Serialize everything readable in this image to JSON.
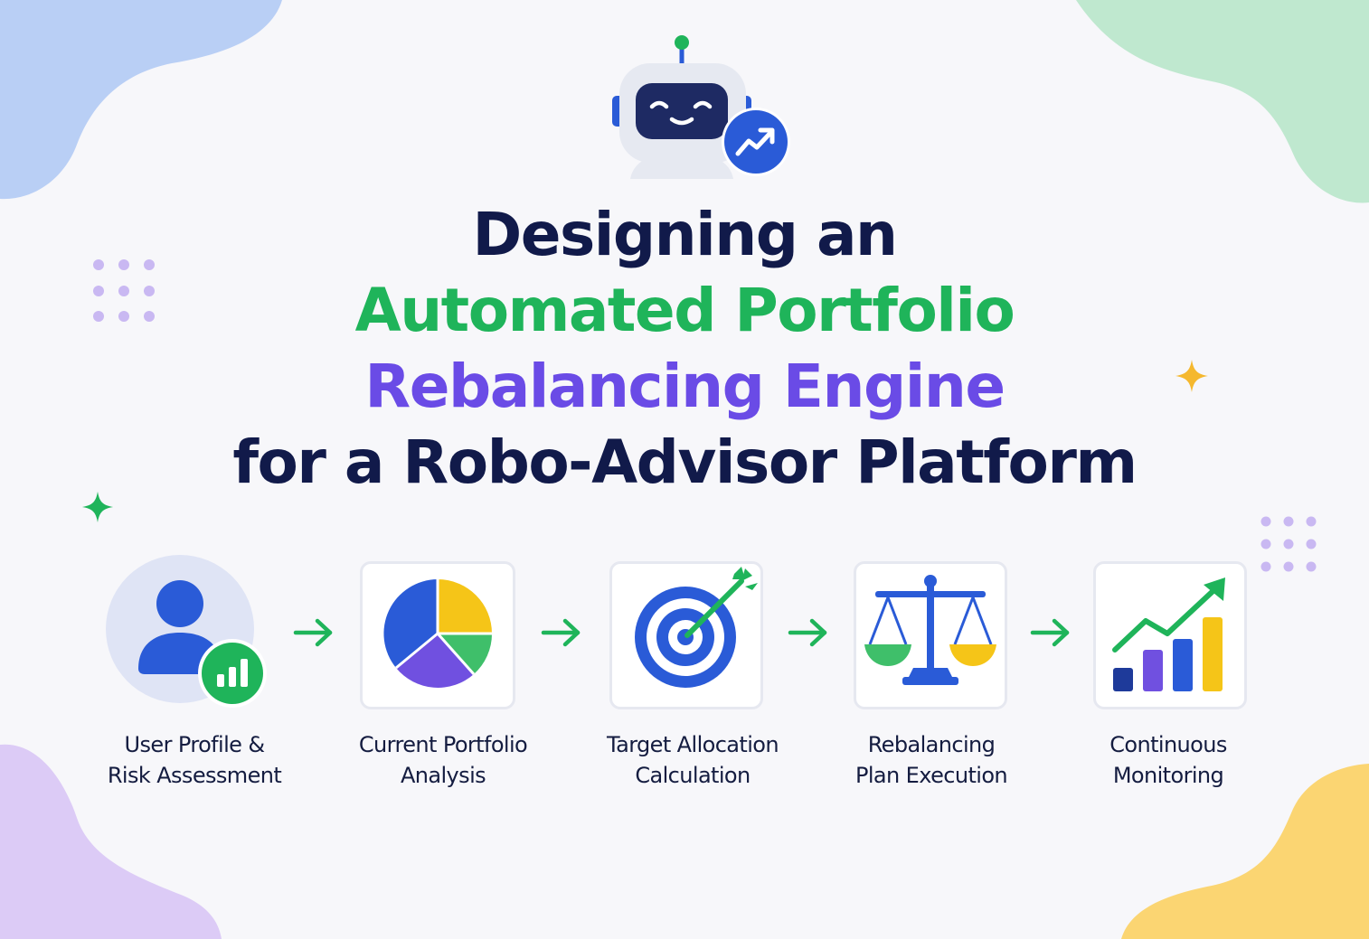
{
  "title": {
    "line1": "Designing an",
    "line2": "Automated Portfolio",
    "line3": "Rebalancing Engine",
    "line4": "for a Robo-Advisor Platform"
  },
  "colors": {
    "navy": "#111a4a",
    "green": "#1fb45a",
    "purple": "#6a4be6",
    "blue": "#2a5bd7",
    "yellow": "#f5c518"
  },
  "icons": {
    "robot": "robot-icon",
    "trend_badge": "trend-up-icon",
    "user": "user-profile-icon",
    "pie": "pie-chart-icon",
    "target": "target-icon",
    "scale": "balance-scale-icon",
    "growth": "growth-chart-icon",
    "arrow": "arrow-right-icon",
    "sparkle": "sparkle-icon"
  },
  "steps": [
    {
      "line1": "User Profile &",
      "line2": "Risk Assessment"
    },
    {
      "line1": "Current Portfolio",
      "line2": "Analysis"
    },
    {
      "line1": "Target Allocation",
      "line2": "Calculation"
    },
    {
      "line1": "Rebalancing",
      "line2": "Plan Execution"
    },
    {
      "line1": "Continuous",
      "line2": "Monitoring"
    }
  ]
}
